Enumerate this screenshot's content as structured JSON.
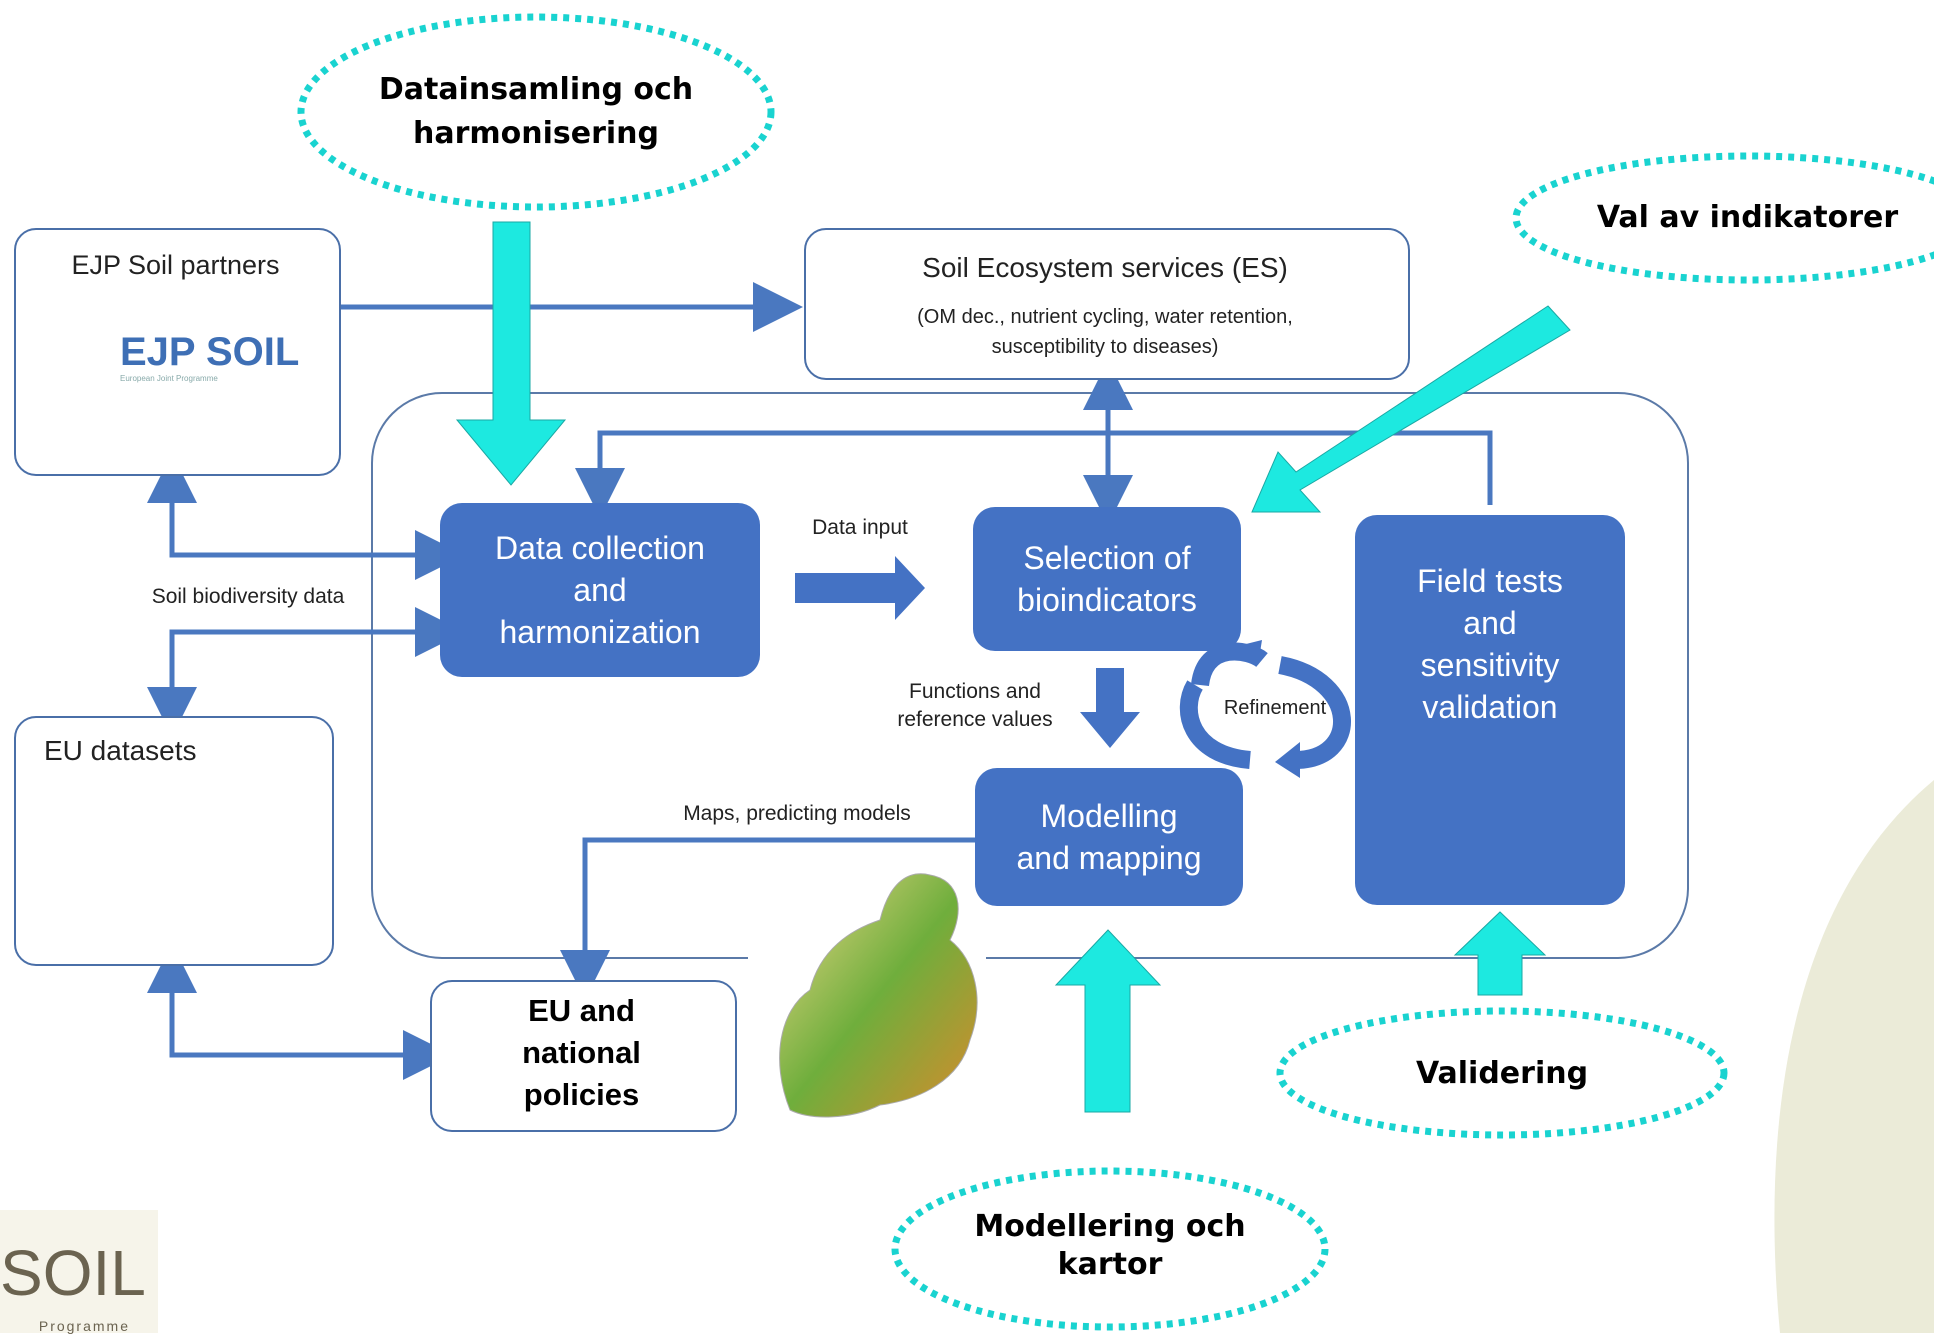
{
  "colors": {
    "accent_blue": "#4472c4",
    "arrow_cyan": "#1de9e0",
    "line_blue": "#4a78c0",
    "beige": "#ebebd8"
  },
  "callouts": {
    "data_collection": "Datainsamling och\nharmonisering",
    "indicators": "Val av indikatorer",
    "validation": "Validering",
    "modelling": "Modellering och\nkartor"
  },
  "partners": {
    "title": "EJP Soil partners",
    "logo_text": "EJP SOIL",
    "logo_sub": "European Joint Programme"
  },
  "ecosystem": {
    "title": "Soil Ecosystem services (ES)",
    "subtitle": "(OM dec., nutrient cycling, water retention,\nsusceptibility to diseases)"
  },
  "eu_datasets": {
    "title": "EU datasets"
  },
  "policies": {
    "label": "EU and\nnational\npolicies"
  },
  "process": {
    "data_collection": "Data collection\nand\nharmonization",
    "selection": "Selection of\nbioindicators",
    "modelling": "Modelling\nand mapping",
    "field_tests": "Field tests\nand\nsensitivity\nvalidation"
  },
  "labels": {
    "data_input": "Data input",
    "soil_biodiversity": "Soil biodiversity data",
    "functions": "Functions and\nreference values",
    "refinement": "Refinement",
    "maps": "Maps, predicting models"
  },
  "corner_logo": {
    "text": "SOIL",
    "sub": "Programme"
  }
}
